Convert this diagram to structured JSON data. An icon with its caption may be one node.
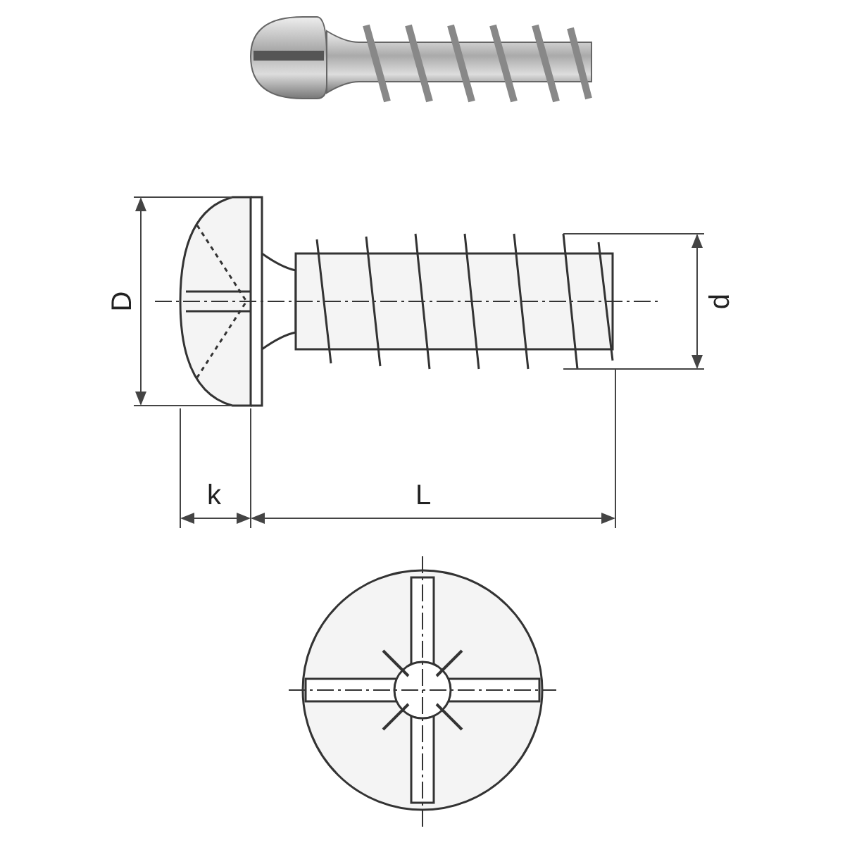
{
  "diagram": {
    "labels": [
      "D",
      "d",
      "k",
      "L"
    ]
  }
}
